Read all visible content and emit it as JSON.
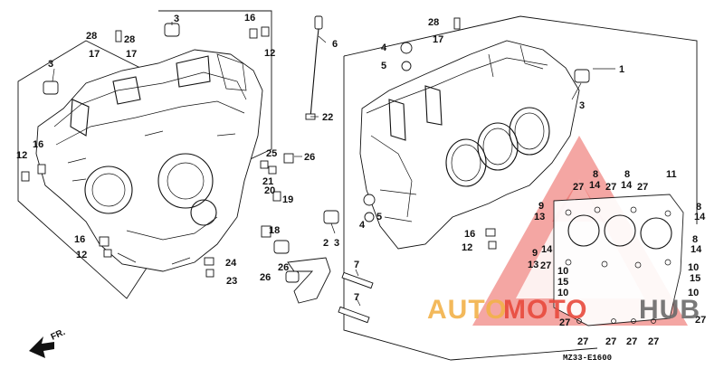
{
  "diagram": {
    "code": "MZ33-E1600",
    "direction_label": "FR.",
    "watermark": {
      "text_part1": "AUTO",
      "text_part2": "MOTO",
      "text_part3": "HUB",
      "color_text1": "#f2b24a",
      "color_text2": "#e84a3c",
      "color_text3": "#6b6b6b",
      "color_triangle": "#e8403a"
    }
  },
  "callouts": {
    "c1": "1",
    "c2": "2",
    "c3a": "3",
    "c3b": "3",
    "c3c": "3",
    "c3d": "3",
    "c4": "4",
    "c4b": "4",
    "c5": "5",
    "c5b": "5",
    "c6": "6",
    "c7a": "7",
    "c7b": "7",
    "c8a": "8",
    "c8b": "8",
    "c8c": "8",
    "c8d": "8",
    "c9a": "9",
    "c9b": "9",
    "c10a": "10",
    "c10b": "10",
    "c10c": "10",
    "c10d": "10",
    "c11": "11",
    "c12a": "12",
    "c12b": "12",
    "c12c": "12",
    "c12d": "12",
    "c13a": "13",
    "c13b": "13",
    "c14a": "14",
    "c14b": "14",
    "c14c": "14",
    "c14d": "14",
    "c14e": "14",
    "c15a": "15",
    "c15b": "15",
    "c16a": "16",
    "c16b": "16",
    "c16c": "16",
    "c16d": "16",
    "c17a": "17",
    "c17b": "17",
    "c17c": "17",
    "c18": "18",
    "c19": "19",
    "c20": "20",
    "c21": "21",
    "c22": "22",
    "c23": "23",
    "c24": "24",
    "c25": "25",
    "c26a": "26",
    "c26b": "26",
    "c26c": "26",
    "c27a": "27",
    "c27b": "27",
    "c27c": "27",
    "c27d": "27",
    "c27e": "27",
    "c27f": "27",
    "c27g": "27",
    "c27h": "27",
    "c27i": "27",
    "c27j": "27",
    "c28a": "28",
    "c28b": "28",
    "c28c": "28"
  }
}
